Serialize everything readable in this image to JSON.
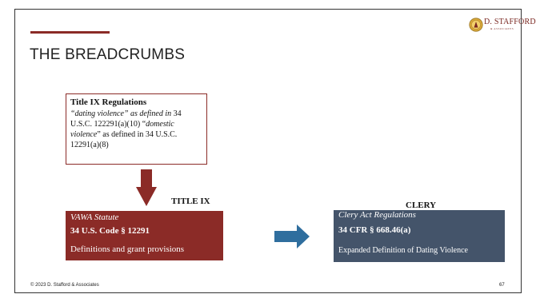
{
  "slide": {
    "title": "THE BREADCRUMBS",
    "accent_color": "#8b2b27",
    "logo": {
      "icon": "medallion-icon",
      "name": "D. STAFFORD",
      "subtitle": "& ASSOCIATES"
    },
    "regulations_box": {
      "heading": "Title IX Regulations",
      "body": {
        "dv_term": "“dating violence” as defined in",
        "dv_cite": " 34 U.S.C. 122291(a)(10) “",
        "domv_term": "domestic violence",
        "domv_cite": "” as defined in 34 U.S.C. 12291(a)(8)"
      }
    },
    "down_arrow_icon": "arrow-down-icon",
    "label_left": "TITLE IX",
    "label_right": "CLERY",
    "vawa_box": {
      "italic": "VAWA Statute",
      "code": "34 U.S. Code § 12291",
      "desc": "Definitions and grant provisions",
      "color": "#8b2b27"
    },
    "right_arrow_icon": "arrow-right-icon",
    "clery_box": {
      "italic": "Clery Act Regulations",
      "code": "34 CFR § 668.46(a)",
      "desc": "Expanded Definition of Dating Violence",
      "color": "#44546a"
    },
    "footer": {
      "copyright": "© 2023 D. Stafford & Associates",
      "page_number": "67"
    }
  }
}
